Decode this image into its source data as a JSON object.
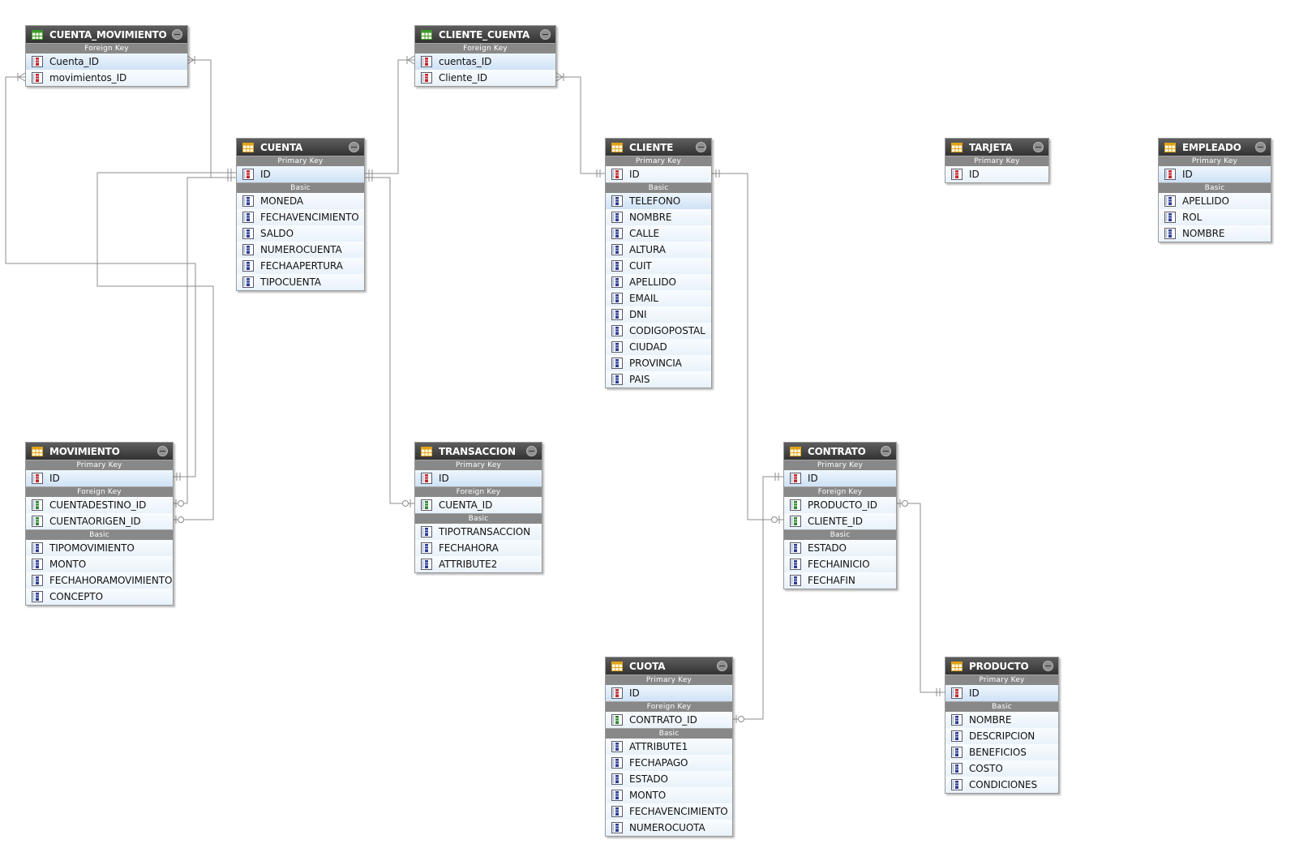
{
  "colors": {
    "header_bg": "#3d3d3d",
    "section_bg": "#888888",
    "row_bg": "#eef5fb",
    "highlight_row_bg": "#d6e7f7",
    "connector": "#8c8c8c",
    "fk_table_icon": "#3a9a2a",
    "entity_table_icon": "#e0a419",
    "primary_key_icon": "#c2262b",
    "foreign_key_icon": "#2e8a2e",
    "basic_column_icon": "#2a3c96"
  },
  "icons": {
    "table": "table-grid-icon",
    "primary_key": "primary-key-column-icon",
    "foreign_key": "foreign-key-column-icon",
    "basic": "basic-column-icon",
    "collapse": "collapse-icon"
  },
  "entities": [
    {
      "id": "cuenta_movimiento",
      "name": "CUENTA_MOVIMIENTO",
      "kind": "link",
      "sections": [
        {
          "label": "Foreign Key",
          "type": "pk",
          "columns": [
            "Cuenta_ID",
            "movimientos_ID"
          ]
        }
      ]
    },
    {
      "id": "cliente_cuenta",
      "name": "CLIENTE_CUENTA",
      "kind": "link",
      "sections": [
        {
          "label": "Foreign Key",
          "type": "pk",
          "columns": [
            "cuentas_ID",
            "Cliente_ID"
          ]
        }
      ]
    },
    {
      "id": "cuenta",
      "name": "CUENTA",
      "kind": "entity",
      "sections": [
        {
          "label": "Primary Key",
          "type": "pk",
          "columns": [
            "ID"
          ]
        },
        {
          "label": "Basic",
          "type": "basic",
          "columns": [
            "MONEDA",
            "FECHAVENCIMIENTO",
            "SALDO",
            "NUMEROCUENTA",
            "FECHAAPERTURA",
            "TIPOCUENTA"
          ]
        }
      ]
    },
    {
      "id": "cliente",
      "name": "CLIENTE",
      "kind": "entity",
      "sections": [
        {
          "label": "Primary Key",
          "type": "pk",
          "columns": [
            "ID"
          ]
        },
        {
          "label": "Basic",
          "type": "basic",
          "columns": [
            "TELEFONO",
            "NOMBRE",
            "CALLE",
            "ALTURA",
            "CUIT",
            "APELLIDO",
            "EMAIL",
            "DNI",
            "CODIGOPOSTAL",
            "CIUDAD",
            "PROVINCIA",
            "PAIS"
          ]
        }
      ]
    },
    {
      "id": "tarjeta",
      "name": "TARJETA",
      "kind": "entity",
      "sections": [
        {
          "label": "Primary Key",
          "type": "pk",
          "columns": [
            "ID"
          ]
        }
      ]
    },
    {
      "id": "empleado",
      "name": "EMPLEADO",
      "kind": "entity",
      "sections": [
        {
          "label": "Primary Key",
          "type": "pk",
          "columns": [
            "ID"
          ]
        },
        {
          "label": "Basic",
          "type": "basic",
          "columns": [
            "APELLIDO",
            "ROL",
            "NOMBRE"
          ]
        }
      ]
    },
    {
      "id": "movimiento",
      "name": "MOVIMIENTO",
      "kind": "entity",
      "sections": [
        {
          "label": "Primary Key",
          "type": "pk",
          "columns": [
            "ID"
          ]
        },
        {
          "label": "Foreign Key",
          "type": "fk",
          "columns": [
            "CUENTADESTINO_ID",
            "CUENTAORIGEN_ID"
          ]
        },
        {
          "label": "Basic",
          "type": "basic",
          "columns": [
            "TIPOMOVIMIENTO",
            "MONTO",
            "FECHAHORAMOVIMIENTO",
            "CONCEPTO"
          ]
        }
      ]
    },
    {
      "id": "transaccion",
      "name": "TRANSACCION",
      "kind": "entity",
      "sections": [
        {
          "label": "Primary Key",
          "type": "pk",
          "columns": [
            "ID"
          ]
        },
        {
          "label": "Foreign Key",
          "type": "fk",
          "columns": [
            "CUENTA_ID"
          ]
        },
        {
          "label": "Basic",
          "type": "basic",
          "columns": [
            "TIPOTRANSACCION",
            "FECHAHORA",
            "ATTRIBUTE2"
          ]
        }
      ]
    },
    {
      "id": "contrato",
      "name": "CONTRATO",
      "kind": "entity",
      "sections": [
        {
          "label": "Primary Key",
          "type": "pk",
          "columns": [
            "ID"
          ]
        },
        {
          "label": "Foreign Key",
          "type": "fk",
          "columns": [
            "PRODUCTO_ID",
            "CLIENTE_ID"
          ]
        },
        {
          "label": "Basic",
          "type": "basic",
          "columns": [
            "ESTADO",
            "FECHAINICIO",
            "FECHAFIN"
          ]
        }
      ]
    },
    {
      "id": "cuota",
      "name": "CUOTA",
      "kind": "entity",
      "sections": [
        {
          "label": "Primary Key",
          "type": "pk",
          "columns": [
            "ID"
          ]
        },
        {
          "label": "Foreign Key",
          "type": "fk",
          "columns": [
            "CONTRATO_ID"
          ]
        },
        {
          "label": "Basic",
          "type": "basic",
          "columns": [
            "ATTRIBUTE1",
            "FECHAPAGO",
            "ESTADO",
            "MONTO",
            "FECHAVENCIMIENTO",
            "NUMEROCUOTA"
          ]
        }
      ]
    },
    {
      "id": "producto",
      "name": "PRODUCTO",
      "kind": "entity",
      "sections": [
        {
          "label": "Primary Key",
          "type": "pk",
          "columns": [
            "ID"
          ]
        },
        {
          "label": "Basic",
          "type": "basic",
          "columns": [
            "NOMBRE",
            "DESCRIPCION",
            "BENEFICIOS",
            "COSTO",
            "CONDICIONES"
          ]
        }
      ]
    }
  ],
  "relationships": [
    {
      "from": "cuenta.ID",
      "to": "cuenta_movimiento.Cuenta_ID",
      "from_end": "one-mandatory",
      "to_end": "many-mandatory"
    },
    {
      "from": "movimiento.ID",
      "to": "cuenta_movimiento.movimientos_ID",
      "from_end": "one-mandatory",
      "to_end": "many-mandatory"
    },
    {
      "from": "cuenta.ID",
      "to": "cliente_cuenta.cuentas_ID",
      "from_end": "one-mandatory",
      "to_end": "many-mandatory"
    },
    {
      "from": "cliente.ID",
      "to": "cliente_cuenta.Cliente_ID",
      "from_end": "one-mandatory",
      "to_end": "many-mandatory"
    },
    {
      "from": "cuenta.ID",
      "to": "movimiento.CUENTADESTINO_ID",
      "from_end": "one-mandatory",
      "to_end": "zero-or-one"
    },
    {
      "from": "cuenta.ID",
      "to": "movimiento.CUENTAORIGEN_ID",
      "from_end": "one-mandatory",
      "to_end": "zero-or-one"
    },
    {
      "from": "cuenta.ID",
      "to": "transaccion.CUENTA_ID",
      "from_end": "one-mandatory",
      "to_end": "zero-or-one"
    },
    {
      "from": "cliente.ID",
      "to": "contrato.CLIENTE_ID",
      "from_end": "one-mandatory",
      "to_end": "zero-or-one"
    },
    {
      "from": "producto.ID",
      "to": "contrato.PRODUCTO_ID",
      "from_end": "one-mandatory",
      "to_end": "zero-or-one"
    },
    {
      "from": "contrato.ID",
      "to": "cuota.CONTRATO_ID",
      "from_end": "one-mandatory",
      "to_end": "zero-or-one"
    }
  ]
}
